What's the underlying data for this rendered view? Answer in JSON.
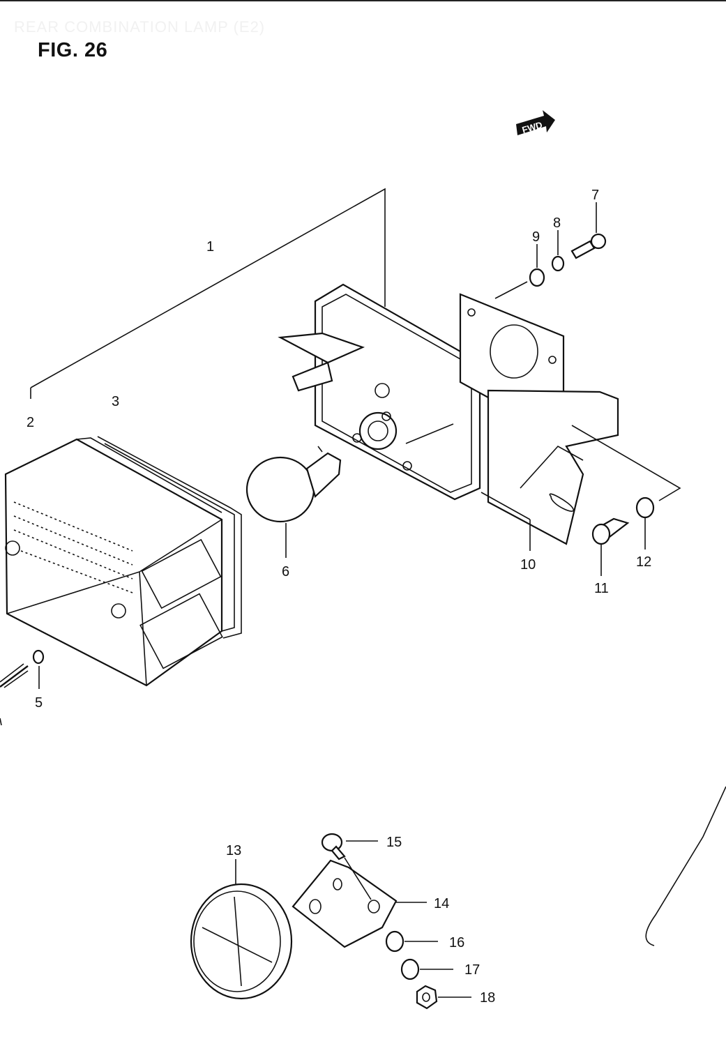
{
  "header": {
    "section_title": "REAR COMBINATION LAMP (E2)",
    "figure_label": "FIG. 26"
  },
  "direction_marker": {
    "label": "FWD",
    "icon": "forward-arrow-icon"
  },
  "callouts": {
    "c1": "1",
    "c2": "2",
    "c3": "3",
    "c5": "5",
    "c6": "6",
    "c7": "7",
    "c8": "8",
    "c9": "9",
    "c10": "10",
    "c11": "11",
    "c12": "12",
    "c13": "13",
    "c14": "14",
    "c15": "15",
    "c16": "16",
    "c17": "17",
    "c18": "18"
  }
}
